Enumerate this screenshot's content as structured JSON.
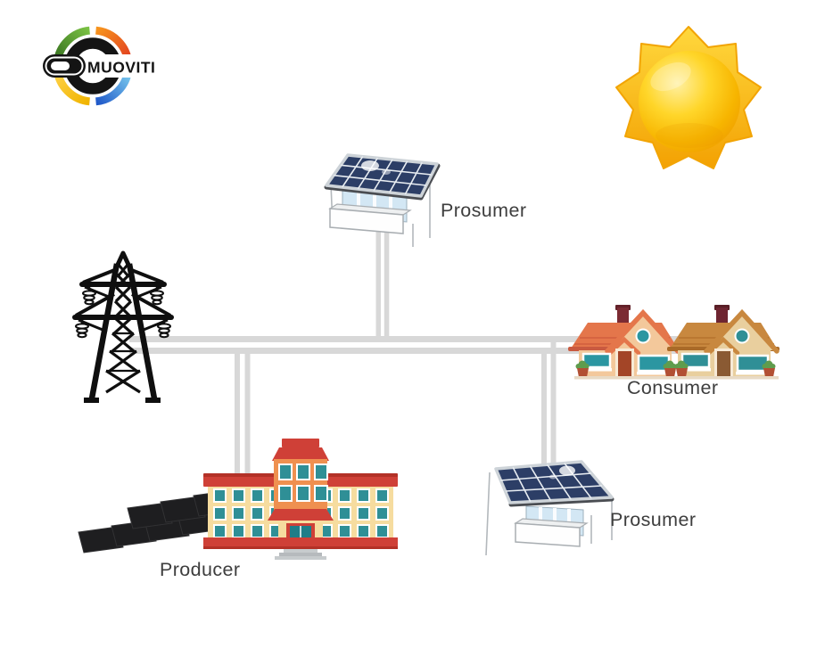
{
  "logo": {
    "text": "MUOVITI"
  },
  "diagram": {
    "type": "energy-grid-diagram",
    "nodes": [
      {
        "id": "prosumer-top",
        "label": "Prosumer",
        "icon": "building-with-solar-roof"
      },
      {
        "id": "consumer",
        "label": "Consumer",
        "icon": "two-cottage-houses"
      },
      {
        "id": "prosumer-bottom",
        "label": "Prosumer",
        "icon": "building-with-solar-roof"
      },
      {
        "id": "producer",
        "label": "Producer",
        "icon": "school-building-with-solar-farm"
      },
      {
        "id": "grid",
        "label": "",
        "icon": "transmission-tower"
      },
      {
        "id": "sun",
        "label": "",
        "icon": "sun"
      }
    ],
    "edges": [
      {
        "from": "grid",
        "to": "consumer",
        "style": "double gray power-line bus"
      },
      {
        "from": "prosumer-top",
        "to": "bus",
        "style": "double vertical drop"
      },
      {
        "from": "producer",
        "to": "bus",
        "style": "double vertical drop"
      },
      {
        "from": "prosumer-bottom",
        "to": "bus",
        "style": "double vertical drop"
      },
      {
        "from": "solar-farm",
        "to": "producer",
        "style": "short connector"
      }
    ]
  },
  "colors": {
    "power_line": "#d8d8d8",
    "sun_core": "#ffc31e",
    "solar_panel": "#2c3e66",
    "school_roof_red": "#cf4037",
    "school_wall_cream": "#f6dc9f",
    "window_teal": "#2f8f96",
    "house_roof_orange": "#e4764b",
    "house_wall_peach": "#f3c89b",
    "tower_black": "#0f0f0f",
    "label_text": "#3e3e3e"
  }
}
